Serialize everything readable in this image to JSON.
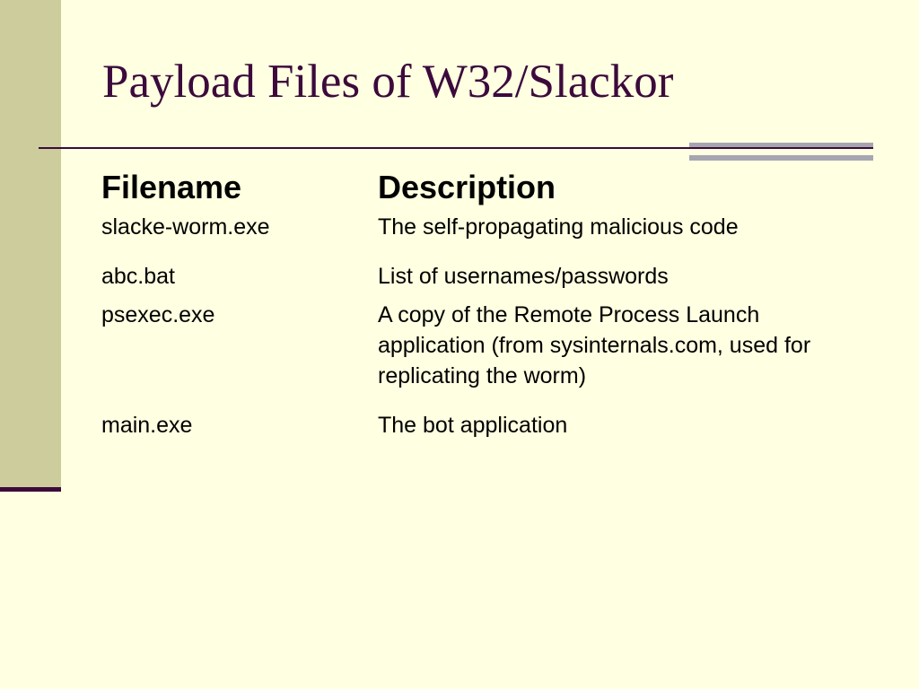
{
  "slide": {
    "title": "Payload Files of W32/Slackor"
  },
  "table": {
    "columns": {
      "filename": "Filename",
      "description": "Description"
    },
    "rows": [
      {
        "filename": "slacke-worm.exe",
        "description": "The self-propagating malicious code"
      },
      {
        "filename": "abc.bat",
        "description": "List of usernames/passwords"
      },
      {
        "filename": "psexec.exe",
        "description": "A copy of the Remote Process Launch application (from sysinternals.com, used for replicating the worm)"
      },
      {
        "filename": "main.exe",
        "description": "The bot application"
      }
    ]
  },
  "colors": {
    "background": "#FFFFE1",
    "title": "#3C0A3C",
    "band": "#CCCC9C",
    "accent": "#A6A6B1"
  }
}
